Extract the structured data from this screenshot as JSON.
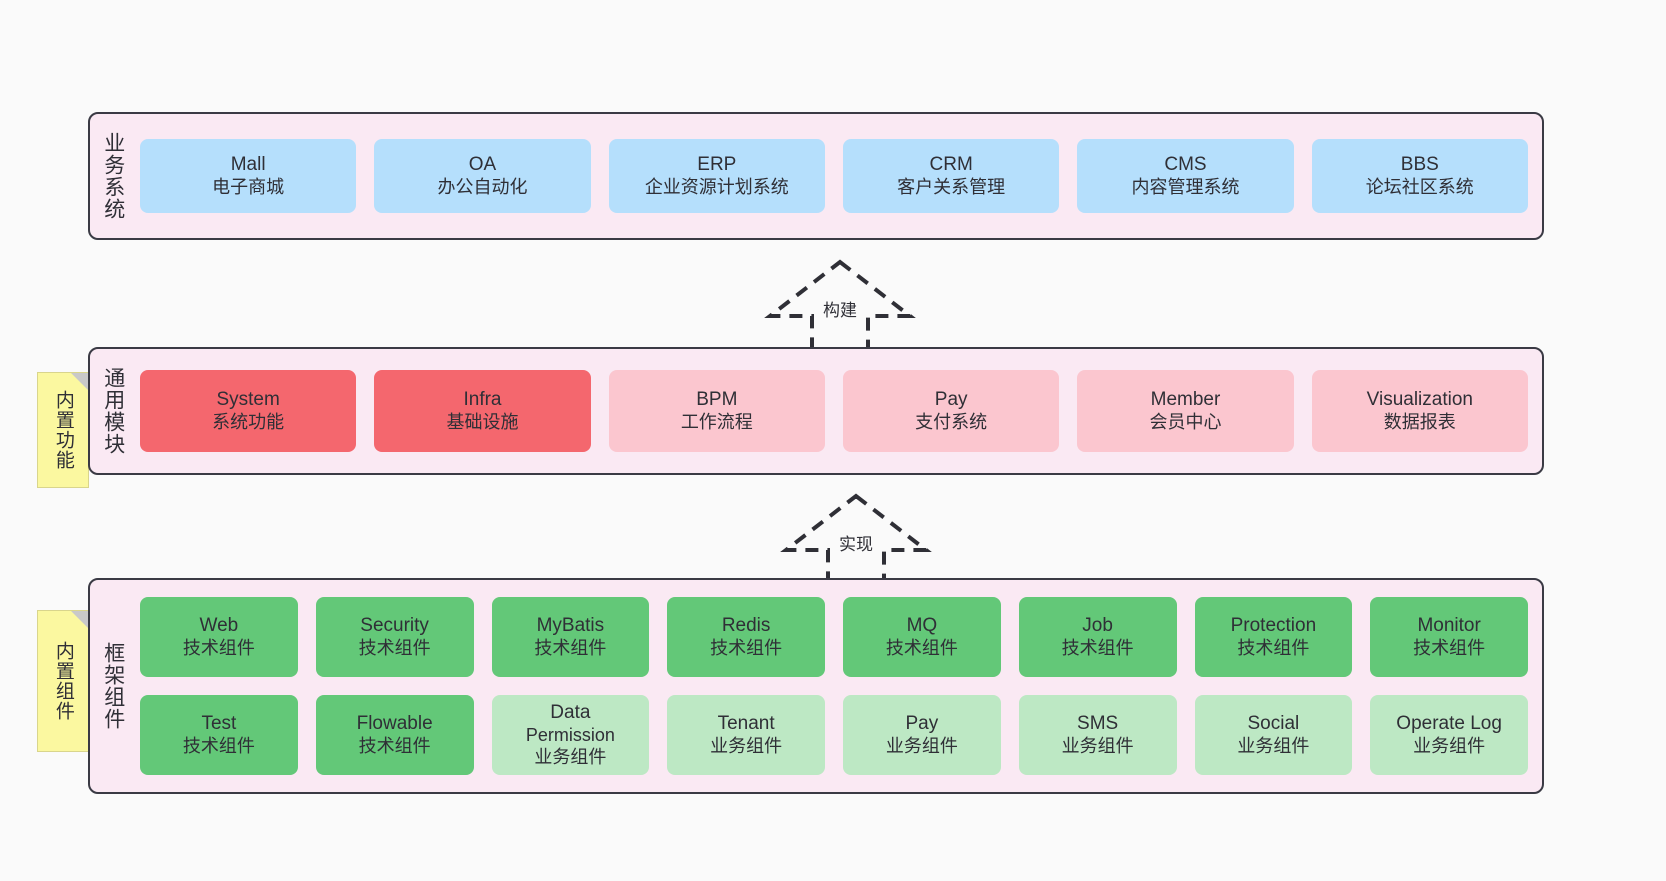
{
  "notes": [
    {
      "id": "note-func",
      "text": "内置功能"
    },
    {
      "id": "note-comp",
      "text": "内置组件"
    }
  ],
  "arrows": [
    {
      "id": "arrow-build",
      "label": "构建"
    },
    {
      "id": "arrow-realize",
      "label": "实现"
    }
  ],
  "colors": {
    "panel_bg": "#fae9f3",
    "panel_border": "#3a3a44",
    "business_card": "#b5dffc",
    "module_primary": "#f4676e",
    "module_secondary": "#fbc6cf",
    "tech_component": "#63c878",
    "biz_component": "#bde8c4",
    "note_bg": "#fbf8a0",
    "canvas_bg": "#fafafa"
  },
  "layers": [
    {
      "id": "layer-business",
      "title": "业务系统",
      "rows": [
        {
          "cards": [
            {
              "name": "Mall",
              "sub": "电子商城",
              "style": "c-blue"
            },
            {
              "name": "OA",
              "sub": "办公自动化",
              "style": "c-blue"
            },
            {
              "name": "ERP",
              "sub": "企业资源计划系统",
              "style": "c-blue"
            },
            {
              "name": "CRM",
              "sub": "客户关系管理",
              "style": "c-blue"
            },
            {
              "name": "CMS",
              "sub": "内容管理系统",
              "style": "c-blue"
            },
            {
              "name": "BBS",
              "sub": "论坛社区系统",
              "style": "c-blue"
            }
          ]
        }
      ]
    },
    {
      "id": "layer-common",
      "title": "通用模块",
      "rows": [
        {
          "cards": [
            {
              "name": "System",
              "sub": "系统功能",
              "style": "c-red"
            },
            {
              "name": "Infra",
              "sub": "基础设施",
              "style": "c-red"
            },
            {
              "name": "BPM",
              "sub": "工作流程",
              "style": "c-pink"
            },
            {
              "name": "Pay",
              "sub": "支付系统",
              "style": "c-pink"
            },
            {
              "name": "Member",
              "sub": "会员中心",
              "style": "c-pink"
            },
            {
              "name": "Visualization",
              "sub": "数据报表",
              "style": "c-pink"
            }
          ]
        }
      ]
    },
    {
      "id": "layer-frame",
      "title": "框架组件",
      "rows": [
        {
          "cards": [
            {
              "name": "Web",
              "sub": "技术组件",
              "style": "c-green"
            },
            {
              "name": "Security",
              "sub": "技术组件",
              "style": "c-green"
            },
            {
              "name": "MyBatis",
              "sub": "技术组件",
              "style": "c-green"
            },
            {
              "name": "Redis",
              "sub": "技术组件",
              "style": "c-green"
            },
            {
              "name": "MQ",
              "sub": "技术组件",
              "style": "c-green"
            },
            {
              "name": "Job",
              "sub": "技术组件",
              "style": "c-green"
            },
            {
              "name": "Protection",
              "sub": "技术组件",
              "style": "c-green"
            },
            {
              "name": "Monitor",
              "sub": "技术组件",
              "style": "c-green"
            }
          ]
        },
        {
          "cards": [
            {
              "name": "Test",
              "sub": "技术组件",
              "style": "c-green"
            },
            {
              "name": "Flowable",
              "sub": "技术组件",
              "style": "c-green"
            },
            {
              "name": "Data",
              "name2": "Permission",
              "sub": "业务组件",
              "style": "c-lightgreen"
            },
            {
              "name": "Tenant",
              "sub": "业务组件",
              "style": "c-lightgreen"
            },
            {
              "name": "Pay",
              "sub": "业务组件",
              "style": "c-lightgreen"
            },
            {
              "name": "SMS",
              "sub": "业务组件",
              "style": "c-lightgreen"
            },
            {
              "name": "Social",
              "sub": "业务组件",
              "style": "c-lightgreen"
            },
            {
              "name": "Operate Log",
              "sub": "业务组件",
              "style": "c-lightgreen"
            }
          ]
        }
      ]
    }
  ]
}
